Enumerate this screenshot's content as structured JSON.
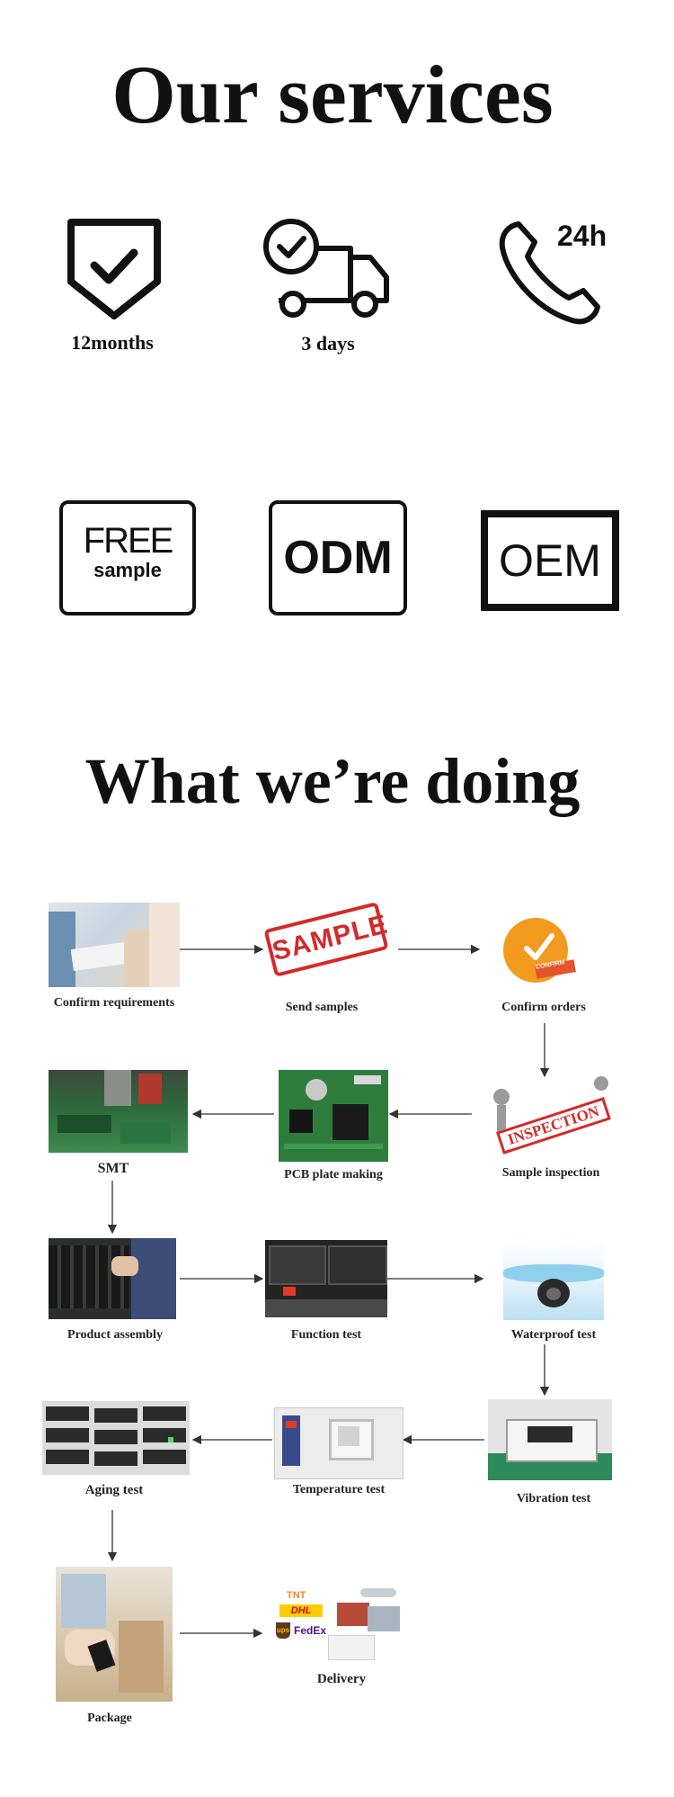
{
  "headings": {
    "services": "Our services",
    "doing": "What we’re doing"
  },
  "services": {
    "warranty": {
      "label": "12months",
      "icon": "shield-check-icon"
    },
    "shipping": {
      "label": "3 days",
      "icon": "delivery-truck-icon"
    },
    "support": {
      "icon": "phone-24h-icon",
      "badge": "24h"
    },
    "free_sample": {
      "line1": "FREE",
      "line2": "sample"
    },
    "odm": {
      "text": "ODM"
    },
    "oem": {
      "text": "OEM"
    }
  },
  "process": {
    "confirm_requirements": "Confirm requirements",
    "send_samples": "Send samples",
    "sample_stamp": "SAMPLE",
    "confirm_orders": "Confirm orders",
    "confirm_badge": "CONFIRM",
    "smt": "SMT",
    "pcb_plate_making": "PCB plate making",
    "sample_inspection": "Sample inspection",
    "inspection_stamp": "INSPECTION",
    "product_assembly": "Product assembly",
    "function_test": "Function test",
    "waterproof_test": "Waterproof test",
    "aging_test": "Aging test",
    "temperature_test": "Temperature test",
    "vibration_test": "Vibration test",
    "package": "Package",
    "delivery": "Delivery",
    "courier_tnt": "TNT",
    "courier_dhl": "DHL",
    "courier_ups": "ups",
    "courier_fedex": "FedEx"
  },
  "colors": {
    "text": "#111111",
    "arrow": "#333333",
    "sample_red": "#d42a2a",
    "confirm_orange": "#f29a1e",
    "pcb_green": "#2f7d3c"
  }
}
